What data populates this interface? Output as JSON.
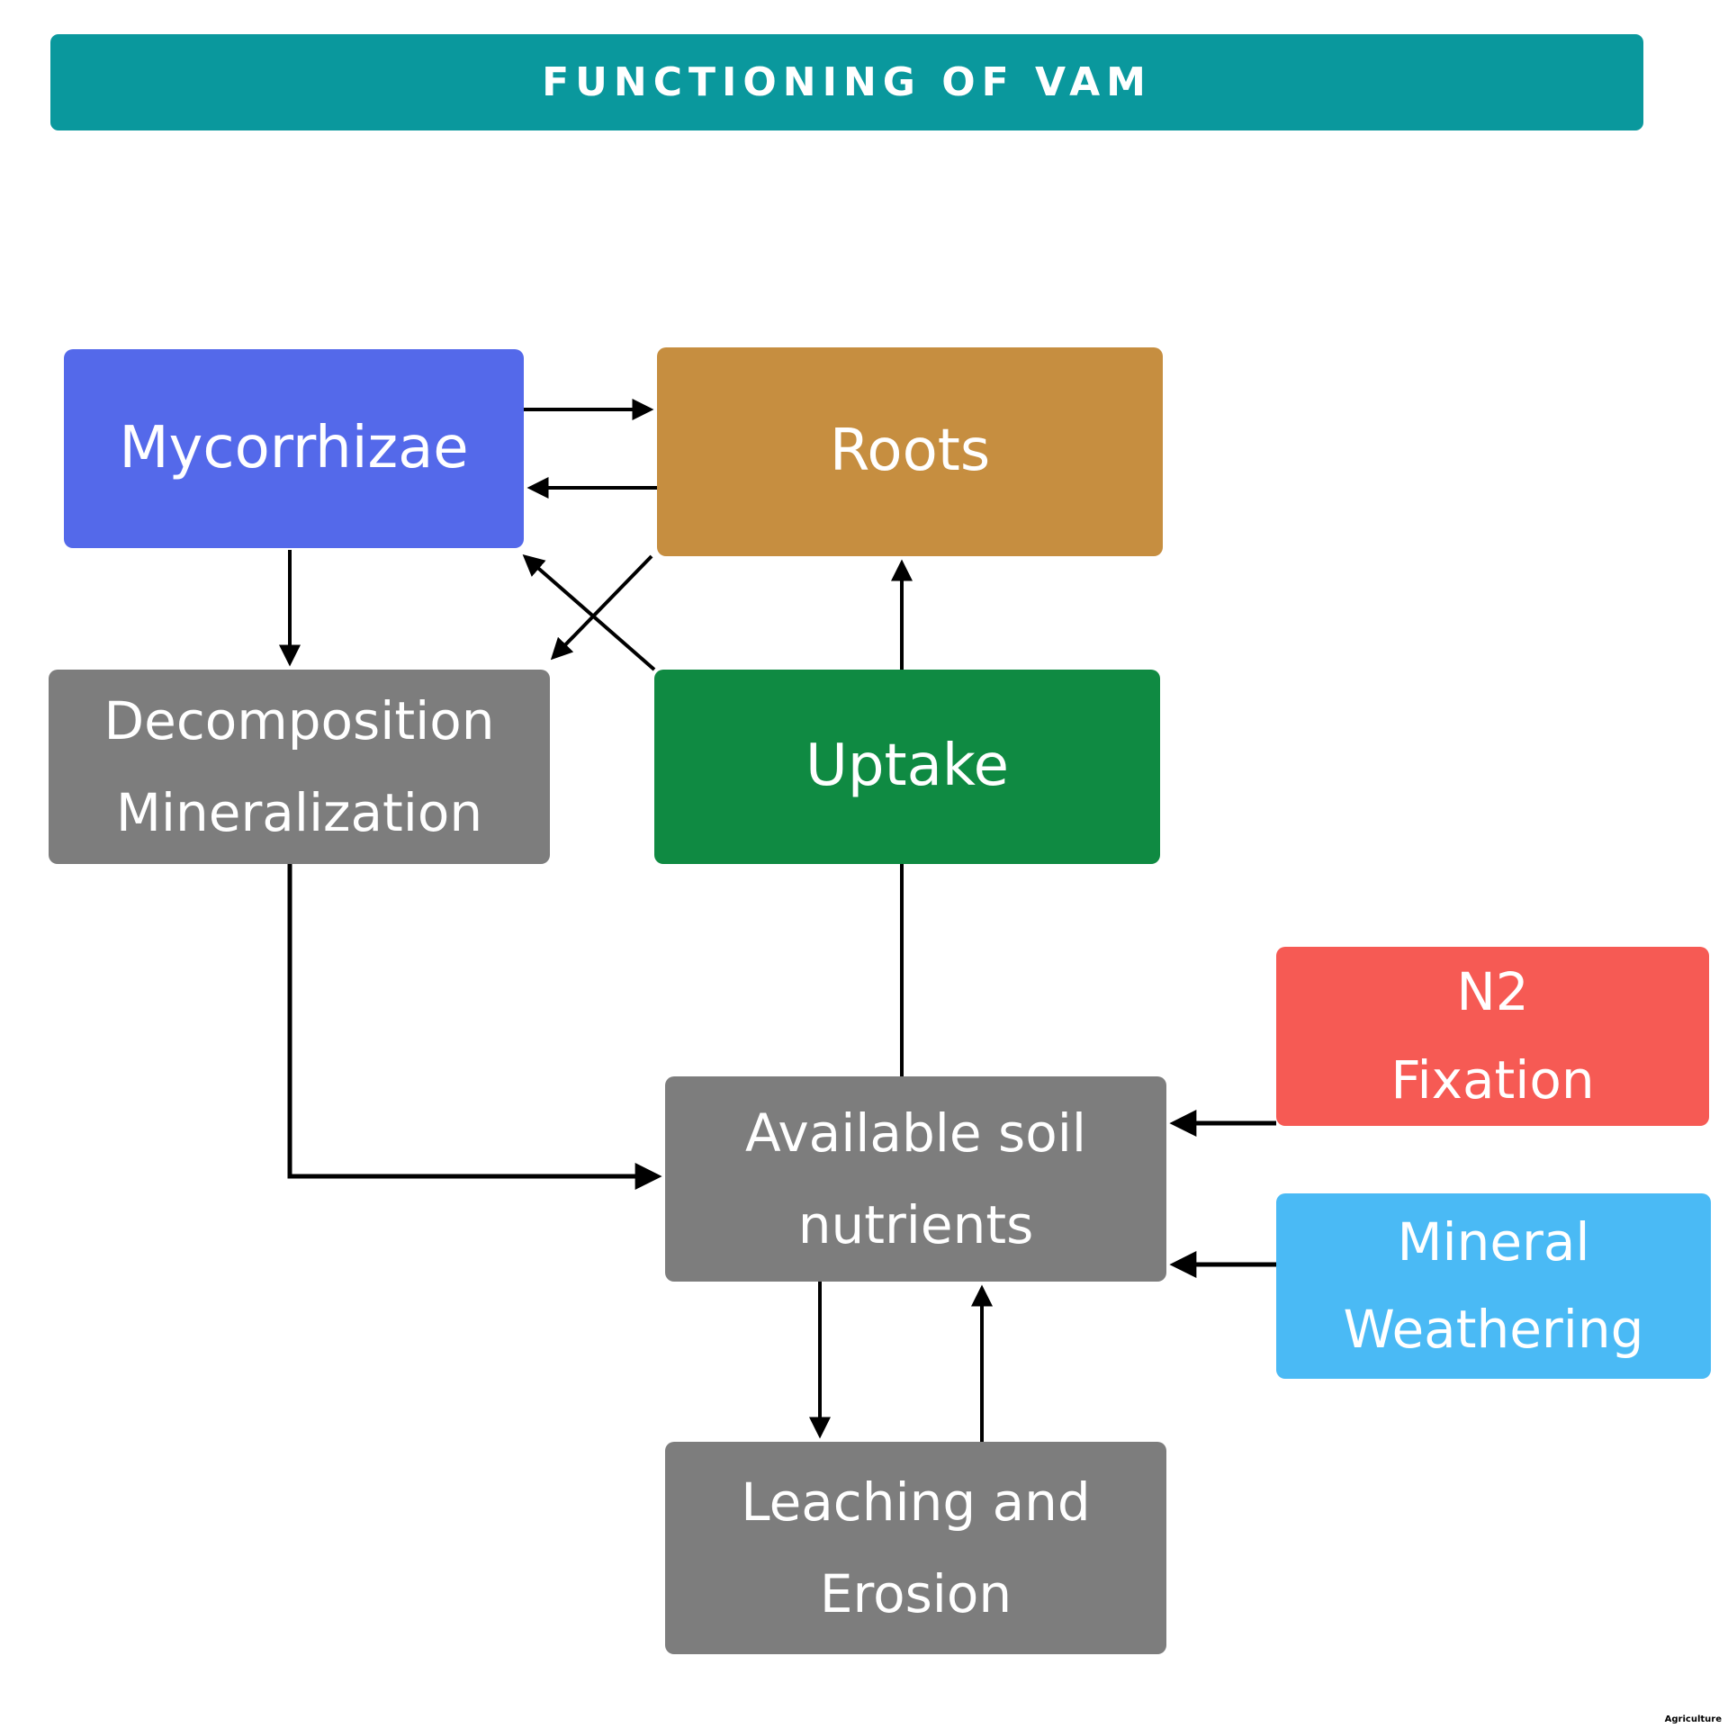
{
  "header": {
    "label": "FUNCTIONING OF VAM"
  },
  "watermark": {
    "label": "Agriculture"
  },
  "palette": {
    "canvas_bg": "#FFFFFF",
    "header_bg": "#0A989D",
    "mycorrhizae_bg": "#5469EA",
    "roots_bg": "#C68E40",
    "decomposition_bg": "#7D7D7D",
    "uptake_bg": "#0F8A42",
    "available_bg": "#7D7D7D",
    "n2_bg": "#F65A54",
    "mineral_bg": "#4ABAF5",
    "leaching_bg": "#7D7D7D",
    "text": "#FFFFFF",
    "arrow": "#000000"
  },
  "nodes": {
    "mycorrhizae": {
      "lines": [
        "Mycorrhizae"
      ]
    },
    "roots": {
      "lines": [
        "Roots"
      ]
    },
    "decomposition": {
      "lines": [
        "Decomposition",
        "Mineralization"
      ]
    },
    "uptake": {
      "lines": [
        "Uptake"
      ]
    },
    "available": {
      "lines": [
        "Available soil",
        "nutrients"
      ]
    },
    "n2": {
      "lines": [
        "N2",
        "Fixation"
      ]
    },
    "mineral": {
      "lines": [
        "Mineral",
        "Weathering"
      ]
    },
    "leaching": {
      "lines": [
        "Leaching and",
        "Erosion"
      ]
    }
  },
  "edges": [
    {
      "from": "Mycorrhizae",
      "to": "Roots",
      "type": "arrow"
    },
    {
      "from": "Roots",
      "to": "Mycorrhizae",
      "type": "arrow"
    },
    {
      "from": "Mycorrhizae",
      "to": "Decomposition Mineralization",
      "type": "arrow"
    },
    {
      "from": "Roots",
      "to": "Decomposition Mineralization",
      "type": "arrow"
    },
    {
      "from": "Uptake",
      "to": "Mycorrhizae",
      "type": "arrow"
    },
    {
      "from": "Uptake",
      "to": "Roots",
      "type": "arrow"
    },
    {
      "from": "Available soil nutrients",
      "to": "Uptake",
      "type": "line"
    },
    {
      "from": "Decomposition Mineralization",
      "to": "Available soil nutrients",
      "type": "arrow"
    },
    {
      "from": "N2 Fixation",
      "to": "Available soil nutrients",
      "type": "arrow"
    },
    {
      "from": "Mineral Weathering",
      "to": "Available soil nutrients",
      "type": "arrow"
    },
    {
      "from": "Available soil nutrients",
      "to": "Leaching and Erosion",
      "type": "arrow"
    },
    {
      "from": "Leaching and Erosion",
      "to": "Available soil nutrients",
      "type": "arrow"
    }
  ]
}
